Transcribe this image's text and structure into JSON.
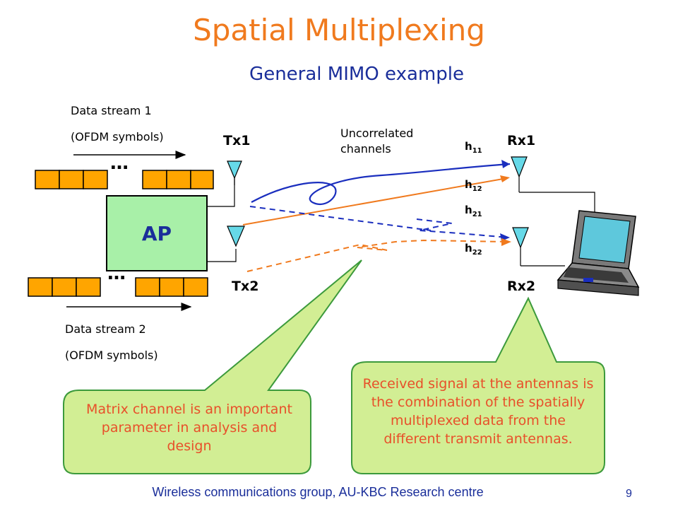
{
  "title": "Spatial Multiplexing",
  "subtitle": "General MIMO example",
  "stream1": {
    "name": "Data stream 1",
    "desc": "(OFDM symbols)"
  },
  "stream2": {
    "name": "Data stream 2",
    "desc": "(OFDM symbols)"
  },
  "ellipsis": "…",
  "ap_label": "AP",
  "tx1": "Tx1",
  "tx2": "Tx2",
  "rx1": "Rx1",
  "rx2": "Rx2",
  "channels_label": {
    "line1": "Uncorrelated",
    "line2": "channels"
  },
  "h_labels": [
    {
      "base": "h",
      "sub": "11"
    },
    {
      "base": "h",
      "sub": "12"
    },
    {
      "base": "h",
      "sub": "21"
    },
    {
      "base": "h",
      "sub": "22"
    }
  ],
  "callout_left": "Matrix channel is an important parameter in analysis and design",
  "callout_right": "Received signal at the antennas is the combination of the spatially multiplexed data from the different transmit antennas.",
  "footer": "Wireless communications group, AU-KBC Research centre",
  "page_number": "9",
  "colors": {
    "title": "#f07a1e",
    "blue": "#1a2e9a",
    "orange": "#f07a1e",
    "callout_fill": "#d2ee94",
    "symbol_fill": "#ffa500",
    "antenna_fill": "#66d9e8"
  }
}
